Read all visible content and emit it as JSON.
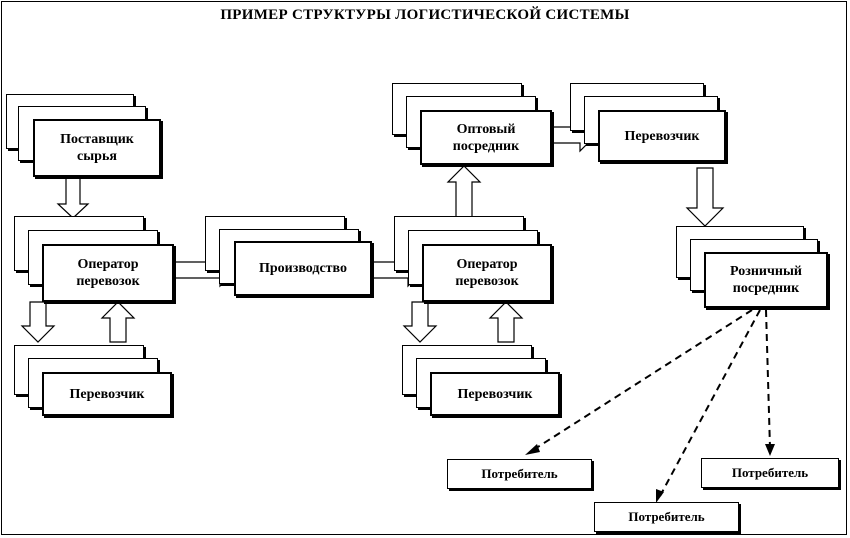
{
  "title": "ПРИМЕР СТРУКТУРЫ ЛОГИСТИЧЕСКОЙ СИСТЕМЫ",
  "nodes": {
    "supplier": "Поставщик сырья",
    "operator_left": "Оператор перевозок",
    "production": "Производство",
    "operator_right": "Оператор перевозок",
    "wholesale": "Оптовый посредник",
    "carrier_top": "Перевозчик",
    "retail": "Розничный посредник",
    "carrier_left": "Перевозчик",
    "carrier_right": "Перевозчик"
  },
  "consumers": [
    "Потребитель",
    "Потребитель",
    "Потребитель"
  ],
  "colors": {
    "line": "#000000",
    "background": "#ffffff"
  }
}
